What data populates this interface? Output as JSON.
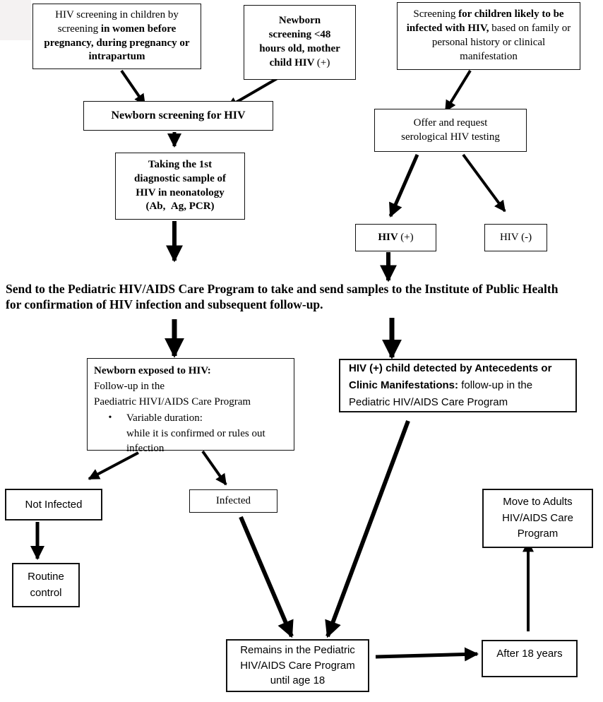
{
  "page": {
    "background": "#ffffff",
    "ink": "#000000",
    "corner_patch_color": "#f4f2f2"
  },
  "nodes": {
    "screening_women": {
      "normal1": "HIV screening in children by screening ",
      "bold1": "in women before pregnancy, during pregnancy or intrapartum"
    },
    "newborn_48": {
      "line1": "Newborn",
      "line2": "screening <48",
      "line3": "hours old, mother",
      "line4_bold": "child HIV ",
      "line4_normal": "(+)"
    },
    "screening_likely": {
      "normal1": "Screening ",
      "bold1": "for children likely to be infected with HIV,",
      "normal2": " based on family or personal history or clinical manifestation"
    },
    "newborn_screening": {
      "label": "Newborn screening for HIV"
    },
    "first_sample": {
      "line1": "Taking the 1st",
      "line2": "diagnostic sample of",
      "line3": "HIV in neonatology",
      "line4": "(Ab,  Ag, PCR)"
    },
    "offer_testing": {
      "line1": "Offer and request",
      "line2": "serological HIV testing"
    },
    "hiv_positive": {
      "bold": "HIV ",
      "normal": "(+)"
    },
    "hiv_negative": {
      "label": "HIV (-)"
    },
    "send_note": {
      "text": "Send to the Pediatric HIV/AIDS Care Program to take and send samples to the Institute of Public Health for confirmation of HIV infection and subsequent follow-up."
    },
    "newborn_exposed": {
      "title": "Newborn exposed to HIV:",
      "line2": "Follow-up in the",
      "line3": "Paediatric HIVI/AIDS Care Program",
      "bullet_glyph": "•",
      "bullet_line1": "Variable duration:",
      "bullet_line2": "while it is confirmed or rules out infection"
    },
    "hiv_child_detected": {
      "bold": "HIV (+) child detected by Antecedents or Clinic Manifestations:",
      "normal": " follow-up in the Pediatric HIV/AIDS Care Program"
    },
    "not_infected": {
      "label": "Not Infected"
    },
    "infected": {
      "label": "Infected"
    },
    "routine_control": {
      "label": "Routine control"
    },
    "move_adults": {
      "label": "Move to Adults HIV/AIDS Care Program"
    },
    "remains_pediatric": {
      "label": "Remains in the Pediatric HIV/AIDS Care Program until age 18"
    },
    "after_18": {
      "label": "After 18 years"
    }
  }
}
